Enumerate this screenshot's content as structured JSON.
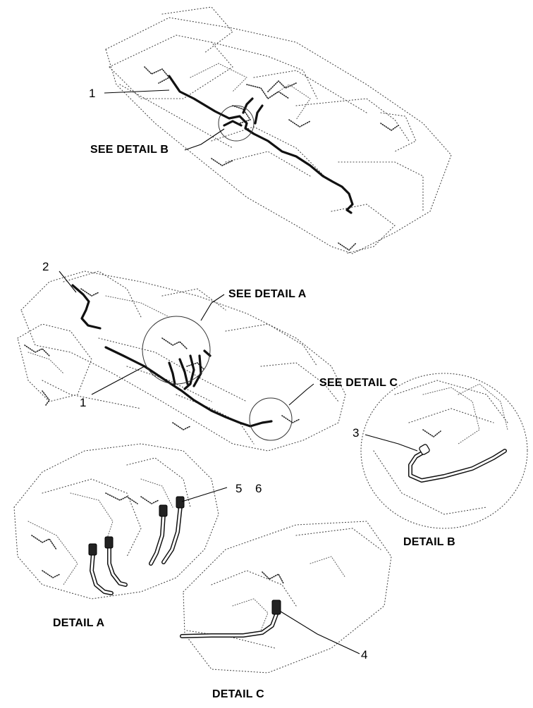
{
  "labels": {
    "item_1_top": "1",
    "item_1_mid": "1",
    "item_2": "2",
    "item_3": "3",
    "item_4": "4",
    "item_5": "5",
    "item_6": "6"
  },
  "callouts": {
    "see_detail_b": "SEE DETAIL  B",
    "see_detail_a": "SEE DETAIL  A",
    "see_detail_c": "SEE DETAIL  C"
  },
  "captions": {
    "detail_a": "DETAIL  A",
    "detail_b": "DETAIL  B",
    "detail_c": "DETAIL  C"
  }
}
